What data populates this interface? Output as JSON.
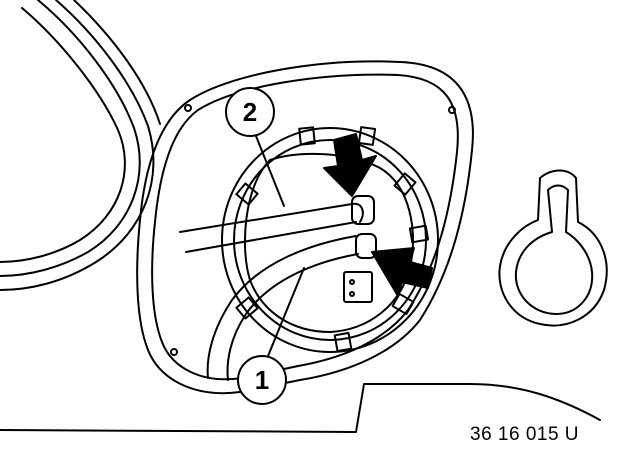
{
  "callouts": {
    "one": "1",
    "two": "2"
  },
  "figure_code": "36 16 015 U",
  "colors": {
    "ink": "#000000",
    "paper": "#ffffff"
  }
}
